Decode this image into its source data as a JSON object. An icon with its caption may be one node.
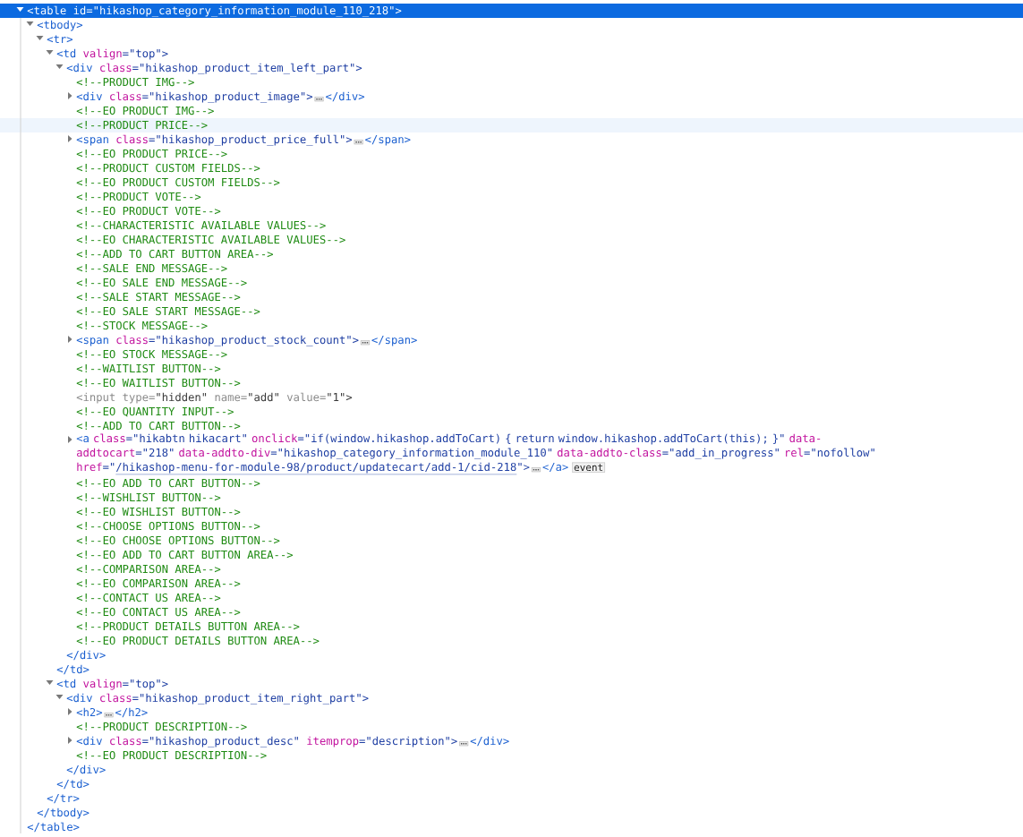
{
  "diagram": {
    "labels": [
      "<table",
      "id",
      "=\"hikashop_category_information_module_110_218\">",
      "<tbody>",
      "<tr>",
      "<td",
      "valign",
      "=\"top\">",
      "<div",
      "class",
      "=\"hikashop_product_item_left_part\">",
      "<!--PRODUCT IMG-->",
      "<div",
      "class",
      "=\"hikashop_product_image\">",
      "</div>",
      "<!--EO PRODUCT IMG-->",
      "<!--PRODUCT PRICE-->",
      "<span",
      "class",
      "=\"hikashop_product_price_full\">",
      "</span>",
      "<!--EO PRODUCT PRICE-->",
      "<!--PRODUCT CUSTOM FIELDS-->",
      "<!--EO PRODUCT CUSTOM FIELDS-->",
      "<!--PRODUCT VOTE-->",
      "<!--EO PRODUCT VOTE-->",
      "<!--CHARACTERISTIC AVAILABLE VALUES-->",
      "<!--EO CHARACTERISTIC AVAILABLE VALUES-->",
      "<!--ADD TO CART BUTTON AREA-->",
      "<!--SALE END MESSAGE-->",
      "<!--EO SALE END MESSAGE-->",
      "<!--SALE START MESSAGE-->",
      "<!--EO SALE START MESSAGE-->",
      "<!--STOCK MESSAGE-->",
      "<span",
      "class",
      "=\"hikashop_product_stock_count\">",
      "</span>",
      "<!--EO STOCK MESSAGE-->",
      "<!--WAITLIST BUTTON-->",
      "<!--EO WAITLIST BUTTON-->",
      "<input",
      "type=",
      "\"hidden\"",
      "name=",
      "\"add\"",
      "value=",
      "\"1\">",
      "<!--EO QUANTITY INPUT-->",
      "<!--ADD TO CART BUTTON-->",
      "<a",
      "class",
      "=\"hikabtn hikacart\"",
      "onclick",
      "=\"if(window.hikashop.addToCart) { return window.hikashop.addToCart(this); }\"",
      "data-addtocart",
      "=\"218\"",
      "data-addto-div",
      "=\"hikashop_category_information_module_110\"",
      "data-addto-class",
      "=\"add_in_progress\"",
      "rel",
      "=\"nofollow\"",
      "href",
      "=\"",
      "/hikashop-menu-for-module-98/product/updatecart/add-1/cid-218",
      "\">",
      "</a>",
      "event",
      "<!--EO ADD TO CART BUTTON-->",
      "<!--WISHLIST BUTTON-->",
      "<!--EO WISHLIST BUTTON-->",
      "<!--CHOOSE OPTIONS BUTTON-->",
      "<!--EO CHOOSE OPTIONS BUTTON-->",
      "<!--EO ADD TO CART BUTTON AREA-->",
      "<!--COMPARISON AREA-->",
      "<!--EO COMPARISON AREA-->",
      "<!--CONTACT US AREA-->",
      "<!--EO CONTACT US AREA-->",
      "<!--PRODUCT DETAILS BUTTON AREA-->",
      "<!--EO PRODUCT DETAILS BUTTON AREA-->",
      "</div>",
      "</td>",
      "<td",
      "valign",
      "=\"top\">",
      "<div",
      "class",
      "=\"hikashop_product_item_right_part\">",
      "<h2>",
      "</h2>",
      "<!--PRODUCT DESCRIPTION-->",
      "<div",
      "class",
      "=\"hikashop_product_desc\"",
      "itemprop",
      "=\"description\">",
      "</div>",
      "<!--EO PRODUCT DESCRIPTION-->",
      "</div>",
      "</td>",
      "</tr>",
      "</tbody>",
      "</table>"
    ]
  }
}
